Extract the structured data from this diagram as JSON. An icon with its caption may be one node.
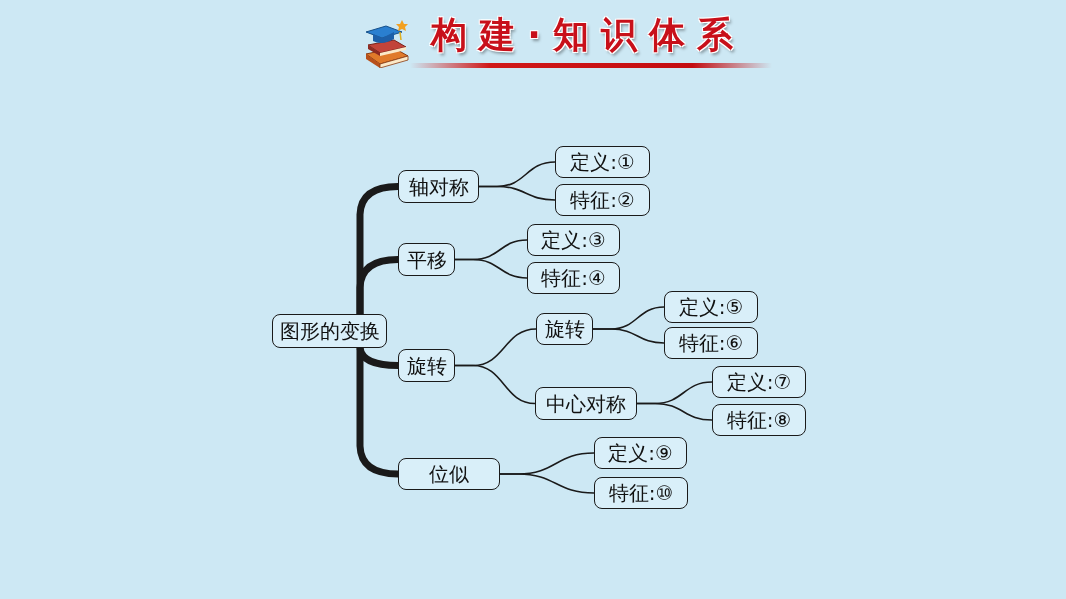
{
  "diagram": {
    "title": "构建·知识体系",
    "nodes": [
      {
        "text": [
          "图形的变换"
        ]
      },
      {
        "text": [
          "轴对称"
        ]
      },
      {
        "text": [
          "定义:①"
        ]
      },
      {
        "text": [
          "特征:②"
        ]
      },
      {
        "text": [
          "平移"
        ]
      },
      {
        "text": [
          "定义:③"
        ]
      },
      {
        "text": [
          "特征:④"
        ]
      },
      {
        "text": [
          "旋转"
        ]
      },
      {
        "text": [
          "旋转"
        ]
      },
      {
        "text": [
          "定义:⑤"
        ]
      },
      {
        "text": [
          "特征:⑥"
        ]
      },
      {
        "text": [
          "中心对称"
        ]
      },
      {
        "text": [
          "定义:⑦"
        ]
      },
      {
        "text": [
          "特征:⑧"
        ]
      },
      {
        "text": [
          "位似"
        ]
      },
      {
        "text": [
          "定义:⑨"
        ]
      },
      {
        "text": [
          "特征:⑩"
        ]
      }
    ],
    "edges": [
      {
        "from": 0,
        "to": 1,
        "arrow": "none",
        "style": "thick"
      },
      {
        "from": 0,
        "to": 4,
        "arrow": "none",
        "style": "thick"
      },
      {
        "from": 0,
        "to": 7,
        "arrow": "none",
        "style": "thick"
      },
      {
        "from": 0,
        "to": 14,
        "arrow": "none",
        "style": "thick"
      },
      {
        "from": 1,
        "to": 2,
        "arrow": "none"
      },
      {
        "from": 1,
        "to": 3,
        "arrow": "none"
      },
      {
        "from": 4,
        "to": 5,
        "arrow": "none"
      },
      {
        "from": 4,
        "to": 6,
        "arrow": "none"
      },
      {
        "from": 7,
        "to": 8,
        "arrow": "none"
      },
      {
        "from": 7,
        "to": 11,
        "arrow": "none"
      },
      {
        "from": 8,
        "to": 9,
        "arrow": "none"
      },
      {
        "from": 8,
        "to": 10,
        "arrow": "none"
      },
      {
        "from": 11,
        "to": 12,
        "arrow": "none"
      },
      {
        "from": 11,
        "to": 13,
        "arrow": "none"
      },
      {
        "from": 14,
        "to": 15,
        "arrow": "none"
      },
      {
        "from": 14,
        "to": 16,
        "arrow": "none"
      }
    ]
  }
}
